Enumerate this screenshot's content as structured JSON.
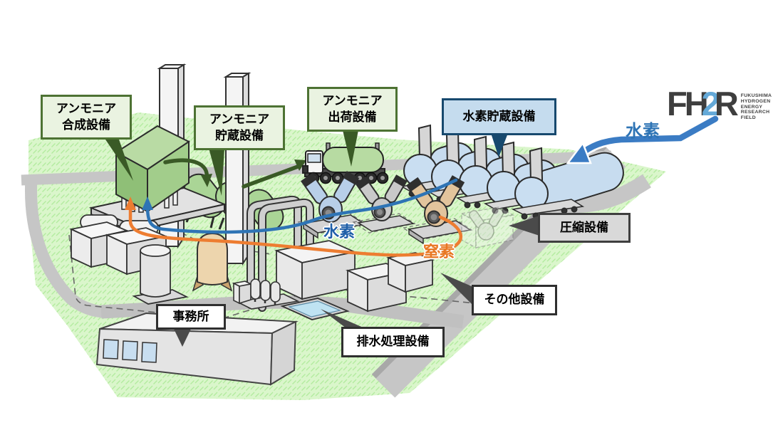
{
  "diagram_title": "FH2R ammonia plant facility map",
  "callouts": {
    "ammonia_synthesis": {
      "line1": "アンモニア",
      "line2": "合成設備"
    },
    "ammonia_storage": {
      "line1": "アンモニア",
      "line2": "貯蔵設備"
    },
    "ammonia_shipping": {
      "line1": "アンモニア",
      "line2": "出荷設備"
    },
    "hydrogen_storage": {
      "text": "水素貯蔵設備"
    },
    "compression": {
      "text": "圧縮設備"
    },
    "other_facilities": {
      "text": "その他設備"
    },
    "wastewater_treatment": {
      "text": "排水処理設備"
    },
    "office": {
      "text": "事務所"
    }
  },
  "flow_labels": {
    "hydrogen_supply": "水素",
    "hydrogen_line": "水素",
    "nitrogen_line": "窒素"
  },
  "logo": {
    "letters": {
      "f": "F",
      "h": "H",
      "two": "2",
      "r": "R"
    },
    "tagline": [
      "FUKUSHIMA",
      "HYDROGEN",
      "ENERGY",
      "RESEARCH",
      "FIELD"
    ]
  },
  "colors": {
    "hydrogen_blue": "#2e74b5",
    "nitrogen_orange": "#ed7d31",
    "ammonia_dark_green": "#3a5a26",
    "label_green_fill": "#eaf3e1",
    "label_green_border": "#4d7233",
    "label_blue_fill": "#c5dcee",
    "label_blue_border": "#17496e",
    "label_gray_fill": "#d9d9d9",
    "grass_green": "#daf6cb",
    "road_gray": "#c6c6c6",
    "hydrogen_tank_blue": "#c9def1",
    "synthesis_green": "#9cc985",
    "logo_blue": "#64a9d8"
  }
}
